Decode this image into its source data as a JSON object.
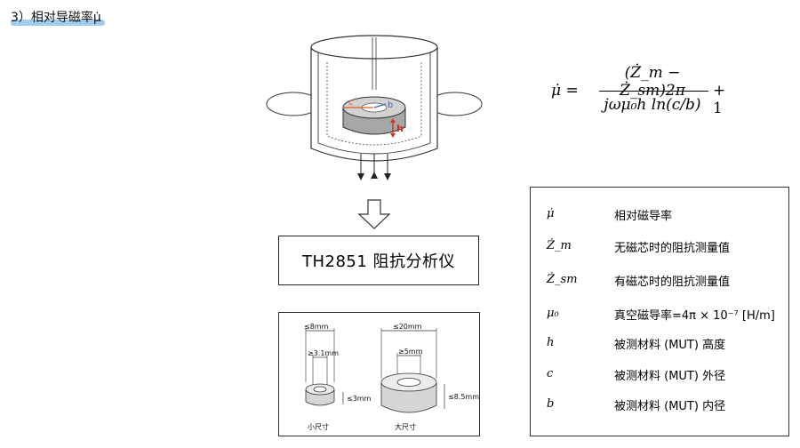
{
  "heading": {
    "text": "3）相对导磁率μ̇",
    "highlight_color": "#8fc3ea"
  },
  "fixture": {
    "labels": {
      "c": "c",
      "b": "b",
      "h": "h"
    },
    "accent_colors": {
      "c": "#e2571e",
      "b": "#2f6fc4",
      "h": "#d0311c"
    }
  },
  "analyzer": {
    "label": "TH2851 阻抗分析仪"
  },
  "sizes": {
    "small": {
      "outer": "≤8mm",
      "inner": "≥3.1mm",
      "height": "≤3mm",
      "caption": "小尺寸"
    },
    "large": {
      "outer": "≤20mm",
      "inner": "≥5mm",
      "height": "≤8.5mm",
      "caption": "大尺寸"
    }
  },
  "formula": {
    "lhs": "μ̇ =",
    "numerator": "(Ż_m − Ż_sm)2π",
    "denominator": "jωμ₀h ln(c/b)",
    "tail": "+ 1"
  },
  "legend": [
    {
      "symbol": "μ̇",
      "desc": "相对磁导率"
    },
    {
      "symbol": "Ż_m",
      "desc": "无磁芯时的阻抗测量值"
    },
    {
      "symbol": "Ż_sm",
      "desc": "有磁芯时的阻抗测量值"
    },
    {
      "symbol": "μ₀",
      "desc": "真空磁导率=4π × 10⁻⁷ [H/m]"
    },
    {
      "symbol": "h",
      "desc": "被测材料 (MUT) 高度"
    },
    {
      "symbol": "c",
      "desc": "被测材料 (MUT) 外径"
    },
    {
      "symbol": "b",
      "desc": "被测材料 (MUT) 内径"
    }
  ]
}
